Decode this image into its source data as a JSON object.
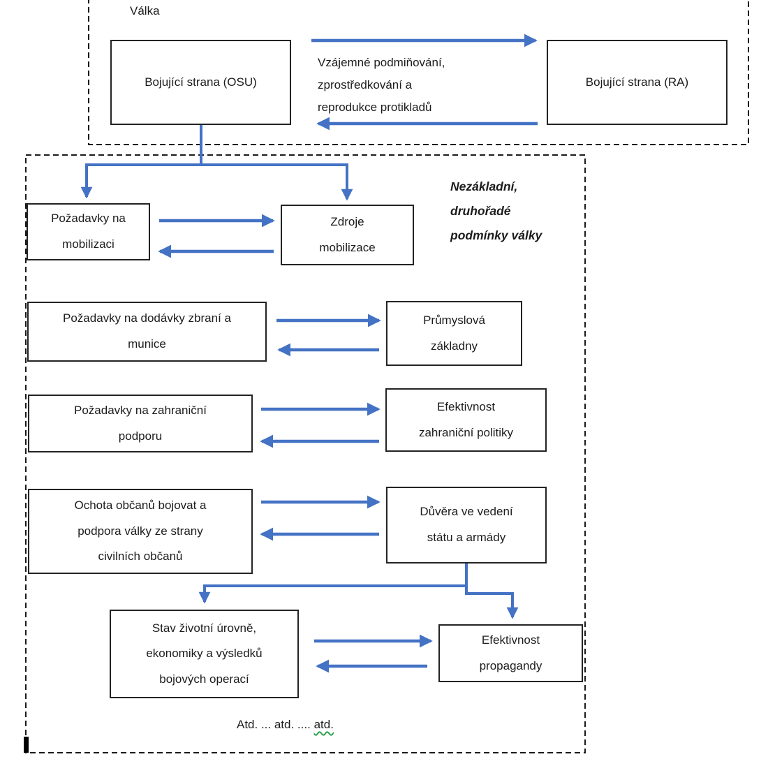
{
  "labels": {
    "valka": "Válka",
    "mutual": "Vzájemné podmiňování,\nzprostředkování a\nreprodukce protikladů",
    "note": "Nezákladní,\ndruhořadé\npodmínky války",
    "atd_prefix": "Atd. ... atd. .... ",
    "atd_last": "atd."
  },
  "nodes": {
    "osu": "Bojující strana (OSU)",
    "ra": "Bojující strana (RA)",
    "pozadavky_mobilizace": "Požadavky na\nmobilizaci",
    "zdroje_mobilizace": "Zdroje\nmobilizace",
    "pozadavky_zbrane": "Požadavky na dodávky zbraní a\nmunice",
    "prumyslova_zakladna": "Průmyslová\nzákladny",
    "pozadavky_podpora": "Požadavky na zahraniční\npodporu",
    "efektivnost_politiky": "Efektivnost\nzahraniční politiky",
    "ochota_obcanu": "Ochota občanů bojovat a\npodpora války ze strany\ncivilních občanů",
    "duvera_vedeni": "Důvěra ve vedení\nstátu a armády",
    "stav_urovne": "Stav životní úrovně,\nekonomiky a výsledků\nbojových operací",
    "efektivnost_propagandy": "Efektivnost\npropagandy"
  },
  "colors": {
    "arrow": "#4472C4",
    "box_border": "#232323",
    "text": "#1c1c1c",
    "squiggle": "#2ea44f"
  }
}
